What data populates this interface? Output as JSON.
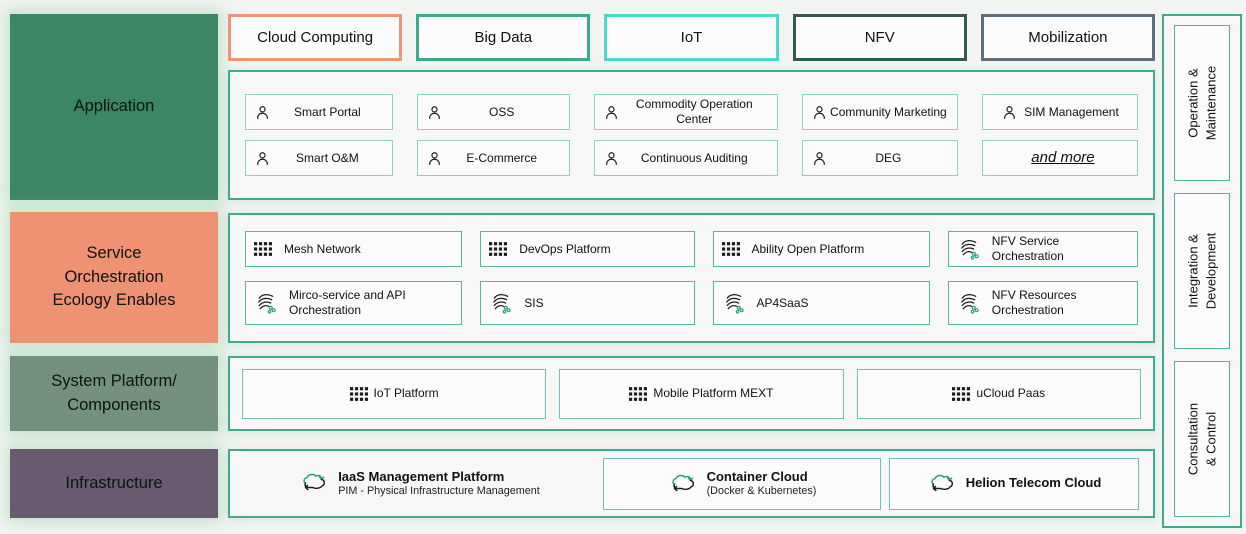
{
  "palette": {
    "page_bg": "#f2f4f2",
    "container_border": "#3faa90",
    "app_item_border": "#8fd0be",
    "svc_item_border": "#57b8a0",
    "infra_item_border": "#6fc3ae",
    "glow": "#97d6ac",
    "icon_green": "#2aa273",
    "icon_black": "#1c1c1c"
  },
  "left_labels": [
    {
      "label": "Application",
      "bg": "#3b8663"
    },
    {
      "label": "Service\nOrchestration\nEcology Enables",
      "bg": "#ef9173"
    },
    {
      "label": "System Platform/\nComponents",
      "bg": "#75907e"
    },
    {
      "label": "Infrastructure",
      "bg": "#6a5a70"
    }
  ],
  "tabs": [
    {
      "label": "Cloud Computing",
      "border": "#ee9577"
    },
    {
      "label": "Big Data",
      "border": "#3fa98e"
    },
    {
      "label": "IoT",
      "border": "#4cd9cd"
    },
    {
      "label": "NFV",
      "border": "#2f5d4d"
    },
    {
      "label": "Mobilization",
      "border": "#5c6d7d"
    }
  ],
  "application": {
    "items": [
      {
        "label": "Smart Portal",
        "icon": "person-icon"
      },
      {
        "label": "OSS",
        "icon": "person-icon"
      },
      {
        "label": "Commodity Operation Center",
        "icon": "person-icon"
      },
      {
        "label": "Community Marketing",
        "icon": "person-icon"
      },
      {
        "label": "SIM Management",
        "icon": "person-icon"
      },
      {
        "label": "Smart O&M",
        "icon": "person-icon"
      },
      {
        "label": "E-Commerce",
        "icon": "person-icon"
      },
      {
        "label": "Continuous Auditing",
        "icon": "person-icon"
      },
      {
        "label": "DEG",
        "icon": "person-icon"
      },
      {
        "label": "and more",
        "icon": "none"
      }
    ]
  },
  "service": {
    "items": [
      {
        "label": "Mesh Network",
        "icon": "grid-icon"
      },
      {
        "label": "DevOps Platform",
        "icon": "grid-icon"
      },
      {
        "label": "Ability Open Platform",
        "icon": "grid-icon"
      },
      {
        "label": "NFV Service Orchestration",
        "icon": "swirl-icon"
      },
      {
        "label": "Mirco-service and API Orchestration",
        "icon": "swirl-icon"
      },
      {
        "label": "SIS",
        "icon": "swirl-icon"
      },
      {
        "label": "AP4SaaS",
        "icon": "swirl-icon"
      },
      {
        "label": "NFV Resources Orchestration",
        "icon": "swirl-icon"
      }
    ]
  },
  "system": {
    "items": [
      {
        "label": "IoT Platform",
        "icon": "grid-icon"
      },
      {
        "label": "Mobile Platform MEXT",
        "icon": "grid-icon"
      },
      {
        "label": "uCloud Paas",
        "icon": "grid-icon"
      }
    ]
  },
  "infrastructure": {
    "items": [
      {
        "title": "IaaS Management Platform",
        "subtitle": "PIM - Physical Infrastructure Management",
        "icon": "cloud-sync-icon"
      },
      {
        "title": "Container Cloud",
        "subtitle": "(Docker & Kubernetes)",
        "icon": "cloud-sync-icon"
      },
      {
        "title": "Helion Telecom Cloud",
        "subtitle": "",
        "icon": "cloud-sync-icon"
      }
    ]
  },
  "sidebar": {
    "items": [
      {
        "label": "Operation &\nMaintenance"
      },
      {
        "label": "Integration &\nDevelopment"
      },
      {
        "label": "Consultation & Control"
      }
    ]
  }
}
